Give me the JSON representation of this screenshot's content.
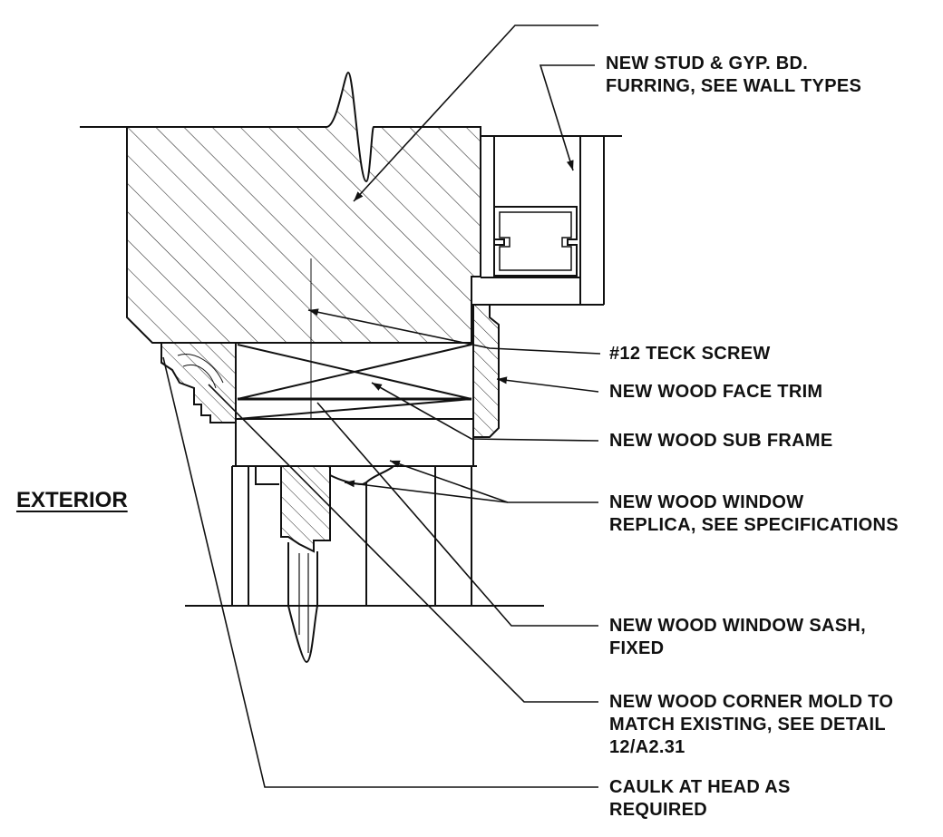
{
  "side_label": "EXTERIOR",
  "notes": {
    "stud_furring": [
      "NEW STUD & GYP. BD.",
      "FURRING, SEE WALL TYPES"
    ],
    "teck_screw": [
      "#12 TECK SCREW"
    ],
    "face_trim": [
      "NEW WOOD FACE TRIM"
    ],
    "sub_frame": [
      "NEW WOOD SUB FRAME"
    ],
    "window_replica": [
      "NEW WOOD WINDOW",
      "REPLICA, SEE SPECIFICATIONS"
    ],
    "window_sash": [
      "NEW WOOD WINDOW SASH,",
      "FIXED"
    ],
    "corner_mold": [
      "NEW WOOD CORNER MOLD TO",
      "MATCH EXISTING, SEE DETAIL",
      "12/A2.31"
    ],
    "caulk": [
      "CAULK AT HEAD AS",
      "REQUIRED"
    ]
  },
  "colors": {
    "line": "#111111",
    "paper": "#ffffff"
  }
}
